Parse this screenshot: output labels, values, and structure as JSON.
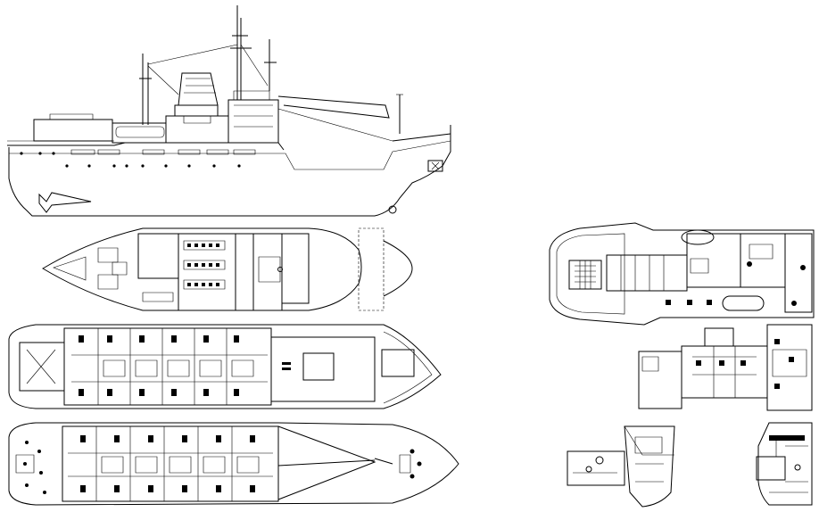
{
  "drawing": {
    "views": [
      {
        "id": "side-elevation"
      },
      {
        "id": "bridge-deck-plan"
      },
      {
        "id": "main-deck-plan"
      },
      {
        "id": "lower-deck-plan"
      },
      {
        "id": "stern-deck-plan"
      },
      {
        "id": "deckhouse-plan"
      },
      {
        "id": "section-view-left"
      },
      {
        "id": "section-view-right"
      }
    ],
    "line_color": "#000000",
    "background_color": "#ffffff"
  }
}
